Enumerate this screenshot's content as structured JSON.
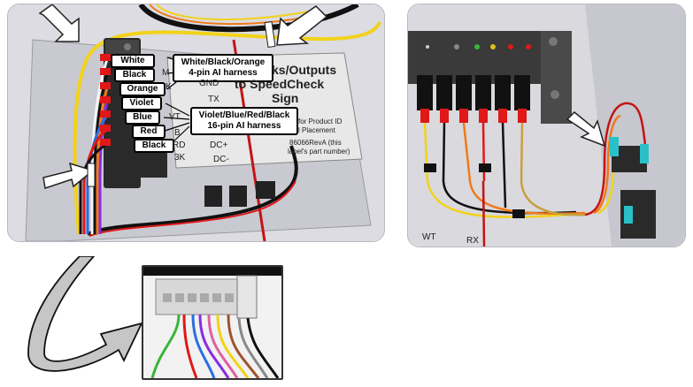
{
  "wire_labels": [
    "White",
    "Black",
    "Orange",
    "Violet",
    "Blue",
    "Red",
    "Black"
  ],
  "harness_4pin": "White/Black/Orange\n4-pin AI harness",
  "harness_16pin": "Violet/Blue/Red/Black\n16-pin AI harness",
  "sign_label": {
    "title_line1": "ks/Outputs",
    "title_line2": "to SpeedCheck",
    "title_line3": "Sign",
    "product_id_line1": "for Product ID",
    "product_id_line2": "l Placement",
    "part_line1": "86066RevA (this",
    "part_line2": "label's part number)"
  },
  "terminal_labels_left": [
    "M",
    "K",
    "VT",
    "B",
    "RD",
    "3K"
  ],
  "terminal_labels_right": [
    "GND",
    "TX",
    "DC+",
    "DC-"
  ],
  "panel2_labels": [
    "WT",
    "RX"
  ],
  "colors": {
    "white_wire": "#f4f4f4",
    "black_wire": "#111111",
    "orange_wire": "#f07a1a",
    "violet_wire": "#8a2be2",
    "blue_wire": "#2a6fe0",
    "red_wire": "#e01818",
    "yellow_wire": "#f2d21a",
    "green_wire": "#3ab53a",
    "cyan_sleeve": "#29c0c8"
  }
}
